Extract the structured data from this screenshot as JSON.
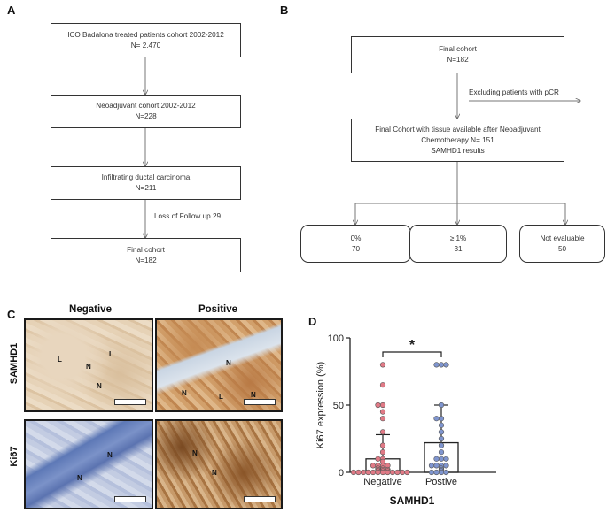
{
  "panels": {
    "a": "A",
    "b": "B",
    "c": "C",
    "d": "D"
  },
  "panel_a": {
    "boxes": [
      {
        "line1": "ICO Badalona treated patients cohort 2002-2012",
        "line2": "N= 2.470"
      },
      {
        "line1": "Neoadjuvant cohort 2002-2012",
        "line2": "N=228"
      },
      {
        "line1": "Infiltrating ductal carcinoma",
        "line2": "N=211"
      },
      {
        "line1": "Final cohort",
        "line2": "N=182"
      }
    ],
    "note": "Loss of Follow up 29"
  },
  "panel_b": {
    "top": {
      "line1": "Final cohort",
      "line2": "N=182"
    },
    "exclusion": "Excluding patients with pCR",
    "middle": {
      "line1": "Final Cohort with tissue available after Neoadjuvant",
      "line2": "Chemotherapy N= 151",
      "line3": "SAMHD1 results"
    },
    "outcomes": [
      {
        "label": "0%",
        "value": "70"
      },
      {
        "label": "≥ 1%",
        "value": "31"
      },
      {
        "label": "Not evaluable",
        "value": "50"
      }
    ]
  },
  "panel_c": {
    "col_negative": "Negative",
    "col_positive": "Positive",
    "row_samhd1": "SAMHD1",
    "row_ki67": "Ki67",
    "marks": {
      "l": "L",
      "n": "N"
    }
  },
  "chart_data": {
    "type": "scatter",
    "title": "",
    "xlabel": "SAMHD1",
    "ylabel": "Ki67 expression (%)",
    "ylim": [
      0,
      100
    ],
    "yticks": [
      0,
      50,
      100
    ],
    "categories": [
      "Negative",
      "Postive"
    ],
    "bar_means": [
      10,
      22
    ],
    "error_upper": [
      28,
      50
    ],
    "significance": "*",
    "colors": {
      "negative": "#e07a86",
      "positive": "#7f95cf"
    },
    "series": [
      {
        "values": [
          80,
          65,
          50,
          50,
          45,
          40,
          30,
          20,
          15,
          10,
          10,
          8,
          5,
          5,
          5,
          5,
          3,
          3,
          2,
          2,
          2,
          1,
          1,
          1,
          0,
          0,
          0,
          0,
          0,
          0,
          0,
          0,
          0,
          0,
          0,
          0
        ]
      },
      {
        "values": [
          80,
          80,
          80,
          50,
          40,
          40,
          35,
          30,
          25,
          20,
          15,
          10,
          10,
          10,
          5,
          5,
          5,
          5,
          3,
          2,
          1,
          0,
          0,
          0,
          0
        ]
      }
    ]
  }
}
